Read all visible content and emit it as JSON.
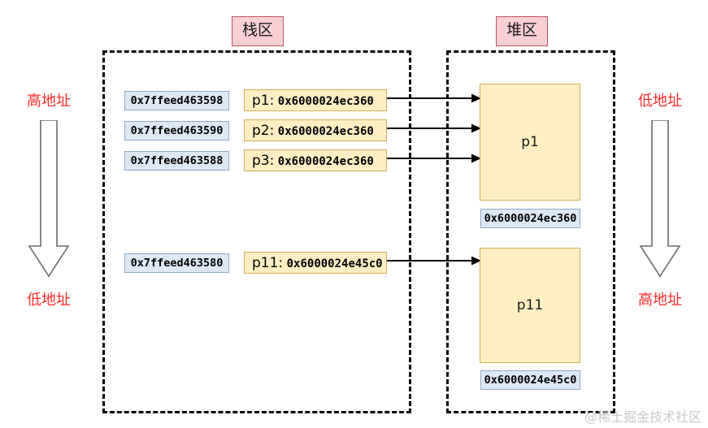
{
  "regions": {
    "stack": {
      "badge": "栈区"
    },
    "heap": {
      "badge": "堆区"
    }
  },
  "left_axis": {
    "top_label": "高地址",
    "bottom_label": "低地址",
    "direction": "down"
  },
  "right_axis": {
    "top_label": "低地址",
    "bottom_label": "高地址",
    "direction": "down"
  },
  "stack_rows": [
    {
      "address": "0x7ffeed463598",
      "name": "p1:",
      "value": "0x6000024ec360"
    },
    {
      "address": "0x7ffeed463590",
      "name": "p2:",
      "value": "0x6000024ec360"
    },
    {
      "address": "0x7ffeed463588",
      "name": "p3:",
      "value": "0x6000024ec360"
    },
    {
      "address": "0x7ffeed463580",
      "name": "p11:",
      "value": "0x6000024e45c0"
    }
  ],
  "heap_blocks": [
    {
      "label": "p1",
      "address": "0x6000024ec360"
    },
    {
      "label": "p11",
      "address": "0x6000024e45c0"
    }
  ],
  "watermark": "@稀土掘金技术社区",
  "colors": {
    "badge_bg": "#f7cfd4",
    "badge_border": "#c0545f",
    "address_chip_bg": "#dde8f5",
    "address_chip_border": "#8fa7c4",
    "pointer_chip_bg": "#fdeec4",
    "pointer_chip_border": "#d4ab54",
    "axis_label": "#fc2a2a",
    "region_border": "#000000"
  }
}
